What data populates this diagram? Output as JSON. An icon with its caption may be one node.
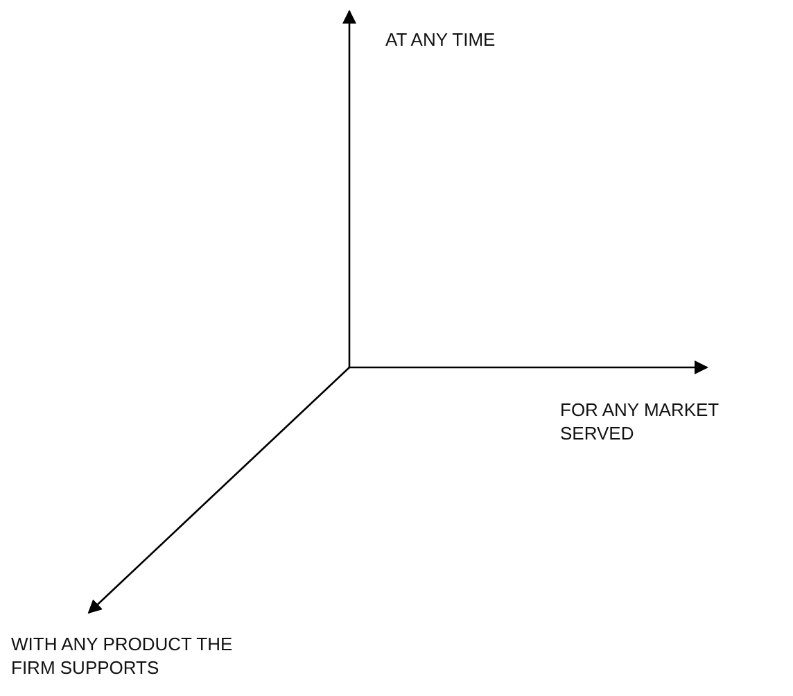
{
  "diagram": {
    "labels": [
      "AT ANY TIME",
      "FOR ANY MARKET SERVED",
      "WITH ANY PRODUCT THE FIRM SUPPORTS"
    ]
  }
}
